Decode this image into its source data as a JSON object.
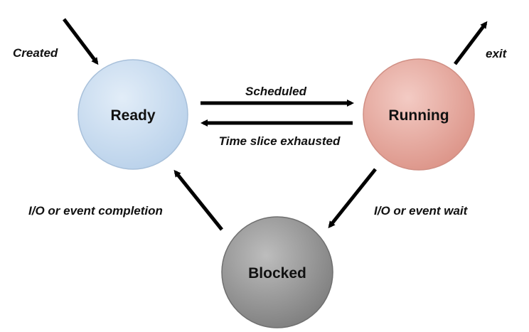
{
  "states": {
    "ready": {
      "label": "Ready",
      "fill": "#c5d9ef",
      "stroke": "#a8c0da"
    },
    "running": {
      "label": "Running",
      "fill": "#e6aba0",
      "stroke": "#d08f84"
    },
    "blocked": {
      "label": "Blocked",
      "fill": "#9a9a9a",
      "stroke": "#6f6f6f"
    }
  },
  "transitions": {
    "created": "Created",
    "exit": "exit",
    "scheduled": "Scheduled",
    "time_slice": "Time slice exhausted",
    "io_completion": "I/O or event completion",
    "io_wait": "I/O or event wait"
  },
  "colors": {
    "arrow": "#000000",
    "text": "#111111",
    "background": "#ffffff"
  }
}
